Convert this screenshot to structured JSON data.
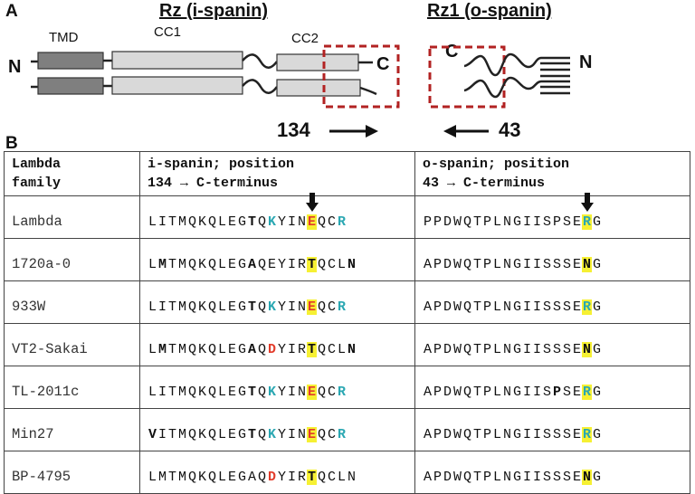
{
  "panel_a": {
    "letter": "A",
    "rz_title": "Rz (i-spanin)",
    "rz1_title": "Rz1 (o-spanin)",
    "domains": {
      "tmd": "TMD",
      "cc1": "CC1",
      "cc2": "CC2"
    },
    "rz_n_term": "N",
    "rz_c_term": "C",
    "rz1_c_term": "C",
    "rz1_n_term": "N",
    "left_position": "134",
    "right_position": "43",
    "colors": {
      "dashed_box": "#b22222",
      "tmd_fill": "#7f7f7f",
      "cc_fill": "#d9d9d9"
    }
  },
  "panel_b": {
    "letter": "B",
    "header": {
      "family_line1": "Lambda",
      "family_line2": "family",
      "ispanin_line1": "i-spanin; position",
      "ispanin_line2": "134 → C-terminus",
      "ospanin_line1": "o-spanin; position",
      "ospanin_line2": "43 → C-terminus"
    },
    "colors": {
      "cyan": "#2aa7b2",
      "red": "#e23b2a",
      "highlight": "#f6f033"
    },
    "rows": [
      {
        "name": "Lambda",
        "i": [
          [
            "L",
            ""
          ],
          [
            "I",
            ""
          ],
          [
            "T",
            ""
          ],
          [
            "M",
            ""
          ],
          [
            "Q",
            ""
          ],
          [
            "K",
            ""
          ],
          [
            "Q",
            ""
          ],
          [
            "L",
            ""
          ],
          [
            "E",
            ""
          ],
          [
            "G",
            ""
          ],
          [
            "T",
            "bold"
          ],
          [
            "Q",
            ""
          ],
          [
            "K",
            "cyan"
          ],
          [
            "Y",
            ""
          ],
          [
            "I",
            ""
          ],
          [
            "N",
            ""
          ],
          [
            "E",
            "red hl"
          ],
          [
            "Q",
            ""
          ],
          [
            "C",
            ""
          ],
          [
            "R",
            "cyan"
          ]
        ],
        "o": [
          [
            "P",
            ""
          ],
          [
            "P",
            ""
          ],
          [
            "D",
            ""
          ],
          [
            "W",
            ""
          ],
          [
            "Q",
            ""
          ],
          [
            "T",
            ""
          ],
          [
            "P",
            ""
          ],
          [
            "L",
            ""
          ],
          [
            "N",
            ""
          ],
          [
            "G",
            ""
          ],
          [
            "I",
            ""
          ],
          [
            "I",
            ""
          ],
          [
            "S",
            ""
          ],
          [
            "P",
            ""
          ],
          [
            "S",
            ""
          ],
          [
            "E",
            ""
          ],
          [
            "R",
            "cyan hl"
          ],
          [
            "G",
            ""
          ]
        ]
      },
      {
        "name": "1720a-0",
        "i": [
          [
            "L",
            ""
          ],
          [
            "M",
            "bold"
          ],
          [
            "T",
            ""
          ],
          [
            "M",
            ""
          ],
          [
            "Q",
            ""
          ],
          [
            "K",
            ""
          ],
          [
            "Q",
            ""
          ],
          [
            "L",
            ""
          ],
          [
            "E",
            ""
          ],
          [
            "G",
            ""
          ],
          [
            "A",
            "bold"
          ],
          [
            "Q",
            ""
          ],
          [
            "E",
            ""
          ],
          [
            "Y",
            ""
          ],
          [
            "I",
            ""
          ],
          [
            "R",
            ""
          ],
          [
            "T",
            "bold hl"
          ],
          [
            "Q",
            ""
          ],
          [
            "C",
            ""
          ],
          [
            "L",
            ""
          ],
          [
            "N",
            "bold"
          ]
        ],
        "o": [
          [
            "A",
            ""
          ],
          [
            "P",
            ""
          ],
          [
            "D",
            ""
          ],
          [
            "W",
            ""
          ],
          [
            "Q",
            ""
          ],
          [
            "T",
            ""
          ],
          [
            "P",
            ""
          ],
          [
            "L",
            ""
          ],
          [
            "N",
            ""
          ],
          [
            "G",
            ""
          ],
          [
            "I",
            ""
          ],
          [
            "I",
            ""
          ],
          [
            "S",
            ""
          ],
          [
            "S",
            ""
          ],
          [
            "S",
            ""
          ],
          [
            "E",
            ""
          ],
          [
            "N",
            "bold hl"
          ],
          [
            "G",
            ""
          ]
        ]
      },
      {
        "name": "933W",
        "i": [
          [
            "L",
            ""
          ],
          [
            "I",
            ""
          ],
          [
            "T",
            ""
          ],
          [
            "M",
            ""
          ],
          [
            "Q",
            ""
          ],
          [
            "K",
            ""
          ],
          [
            "Q",
            ""
          ],
          [
            "L",
            ""
          ],
          [
            "E",
            ""
          ],
          [
            "G",
            ""
          ],
          [
            "T",
            "bold"
          ],
          [
            "Q",
            ""
          ],
          [
            "K",
            "cyan"
          ],
          [
            "Y",
            ""
          ],
          [
            "I",
            ""
          ],
          [
            "N",
            ""
          ],
          [
            "E",
            "red hl"
          ],
          [
            "Q",
            ""
          ],
          [
            "C",
            ""
          ],
          [
            "R",
            "cyan"
          ]
        ],
        "o": [
          [
            "A",
            ""
          ],
          [
            "P",
            ""
          ],
          [
            "D",
            ""
          ],
          [
            "W",
            ""
          ],
          [
            "Q",
            ""
          ],
          [
            "T",
            ""
          ],
          [
            "P",
            ""
          ],
          [
            "L",
            ""
          ],
          [
            "N",
            ""
          ],
          [
            "G",
            ""
          ],
          [
            "I",
            ""
          ],
          [
            "I",
            ""
          ],
          [
            "S",
            ""
          ],
          [
            "S",
            ""
          ],
          [
            "S",
            ""
          ],
          [
            "E",
            ""
          ],
          [
            "R",
            "cyan hl"
          ],
          [
            "G",
            ""
          ]
        ]
      },
      {
        "name": "VT2-Sakai",
        "i": [
          [
            "L",
            ""
          ],
          [
            "M",
            "bold"
          ],
          [
            "T",
            ""
          ],
          [
            "M",
            ""
          ],
          [
            "Q",
            ""
          ],
          [
            "K",
            ""
          ],
          [
            "Q",
            ""
          ],
          [
            "L",
            ""
          ],
          [
            "E",
            ""
          ],
          [
            "G",
            ""
          ],
          [
            "A",
            "bold"
          ],
          [
            "Q",
            ""
          ],
          [
            "D",
            "red"
          ],
          [
            "Y",
            ""
          ],
          [
            "I",
            ""
          ],
          [
            "R",
            ""
          ],
          [
            "T",
            "bold hl"
          ],
          [
            "Q",
            ""
          ],
          [
            "C",
            ""
          ],
          [
            "L",
            ""
          ],
          [
            "N",
            "bold"
          ]
        ],
        "o": [
          [
            "A",
            ""
          ],
          [
            "P",
            ""
          ],
          [
            "D",
            ""
          ],
          [
            "W",
            ""
          ],
          [
            "Q",
            ""
          ],
          [
            "T",
            ""
          ],
          [
            "P",
            ""
          ],
          [
            "L",
            ""
          ],
          [
            "N",
            ""
          ],
          [
            "G",
            ""
          ],
          [
            "I",
            ""
          ],
          [
            "I",
            ""
          ],
          [
            "S",
            ""
          ],
          [
            "S",
            ""
          ],
          [
            "S",
            ""
          ],
          [
            "E",
            ""
          ],
          [
            "N",
            "bold hl"
          ],
          [
            "G",
            ""
          ]
        ]
      },
      {
        "name": "TL-2011c",
        "i": [
          [
            "L",
            ""
          ],
          [
            "I",
            ""
          ],
          [
            "T",
            ""
          ],
          [
            "M",
            ""
          ],
          [
            "Q",
            ""
          ],
          [
            "K",
            ""
          ],
          [
            "Q",
            ""
          ],
          [
            "L",
            ""
          ],
          [
            "E",
            ""
          ],
          [
            "G",
            ""
          ],
          [
            "T",
            "bold"
          ],
          [
            "Q",
            ""
          ],
          [
            "K",
            "cyan"
          ],
          [
            "Y",
            ""
          ],
          [
            "I",
            ""
          ],
          [
            "N",
            ""
          ],
          [
            "E",
            "red hl"
          ],
          [
            "Q",
            ""
          ],
          [
            "C",
            ""
          ],
          [
            "R",
            "cyan"
          ]
        ],
        "o": [
          [
            "A",
            ""
          ],
          [
            "P",
            ""
          ],
          [
            "D",
            ""
          ],
          [
            "W",
            ""
          ],
          [
            "Q",
            ""
          ],
          [
            "T",
            ""
          ],
          [
            "P",
            ""
          ],
          [
            "L",
            ""
          ],
          [
            "N",
            ""
          ],
          [
            "G",
            ""
          ],
          [
            "I",
            ""
          ],
          [
            "I",
            ""
          ],
          [
            "S",
            ""
          ],
          [
            "P",
            "bold"
          ],
          [
            "S",
            ""
          ],
          [
            "E",
            ""
          ],
          [
            "R",
            "cyan hl"
          ],
          [
            "G",
            ""
          ]
        ]
      },
      {
        "name": "Min27",
        "i": [
          [
            "V",
            "bold"
          ],
          [
            "I",
            ""
          ],
          [
            "T",
            ""
          ],
          [
            "M",
            ""
          ],
          [
            "Q",
            ""
          ],
          [
            "K",
            ""
          ],
          [
            "Q",
            ""
          ],
          [
            "L",
            ""
          ],
          [
            "E",
            ""
          ],
          [
            "G",
            ""
          ],
          [
            "T",
            "bold"
          ],
          [
            "Q",
            ""
          ],
          [
            "K",
            "cyan"
          ],
          [
            "Y",
            ""
          ],
          [
            "I",
            ""
          ],
          [
            "N",
            ""
          ],
          [
            "E",
            "red hl"
          ],
          [
            "Q",
            ""
          ],
          [
            "C",
            ""
          ],
          [
            "R",
            "cyan"
          ]
        ],
        "o": [
          [
            "A",
            ""
          ],
          [
            "P",
            ""
          ],
          [
            "D",
            ""
          ],
          [
            "W",
            ""
          ],
          [
            "Q",
            ""
          ],
          [
            "T",
            ""
          ],
          [
            "P",
            ""
          ],
          [
            "L",
            ""
          ],
          [
            "N",
            ""
          ],
          [
            "G",
            ""
          ],
          [
            "I",
            ""
          ],
          [
            "I",
            ""
          ],
          [
            "S",
            ""
          ],
          [
            "S",
            ""
          ],
          [
            "S",
            ""
          ],
          [
            "E",
            ""
          ],
          [
            "R",
            "cyan hl"
          ],
          [
            "G",
            ""
          ]
        ]
      },
      {
        "name": "BP-4795",
        "i": [
          [
            "L",
            ""
          ],
          [
            "M",
            ""
          ],
          [
            "T",
            ""
          ],
          [
            "M",
            ""
          ],
          [
            "Q",
            ""
          ],
          [
            "K",
            ""
          ],
          [
            "Q",
            ""
          ],
          [
            "L",
            ""
          ],
          [
            "E",
            ""
          ],
          [
            "G",
            ""
          ],
          [
            "A",
            ""
          ],
          [
            "Q",
            ""
          ],
          [
            "D",
            "red"
          ],
          [
            "Y",
            ""
          ],
          [
            "I",
            ""
          ],
          [
            "R",
            ""
          ],
          [
            "T",
            "bold hl"
          ],
          [
            "Q",
            ""
          ],
          [
            "C",
            ""
          ],
          [
            "L",
            ""
          ],
          [
            "N",
            ""
          ]
        ],
        "o": [
          [
            "A",
            ""
          ],
          [
            "P",
            ""
          ],
          [
            "D",
            ""
          ],
          [
            "W",
            ""
          ],
          [
            "Q",
            ""
          ],
          [
            "T",
            ""
          ],
          [
            "P",
            ""
          ],
          [
            "L",
            ""
          ],
          [
            "N",
            ""
          ],
          [
            "G",
            ""
          ],
          [
            "I",
            ""
          ],
          [
            "I",
            ""
          ],
          [
            "S",
            ""
          ],
          [
            "S",
            ""
          ],
          [
            "S",
            ""
          ],
          [
            "E",
            ""
          ],
          [
            "N",
            "bold hl"
          ],
          [
            "G",
            ""
          ]
        ]
      }
    ]
  }
}
